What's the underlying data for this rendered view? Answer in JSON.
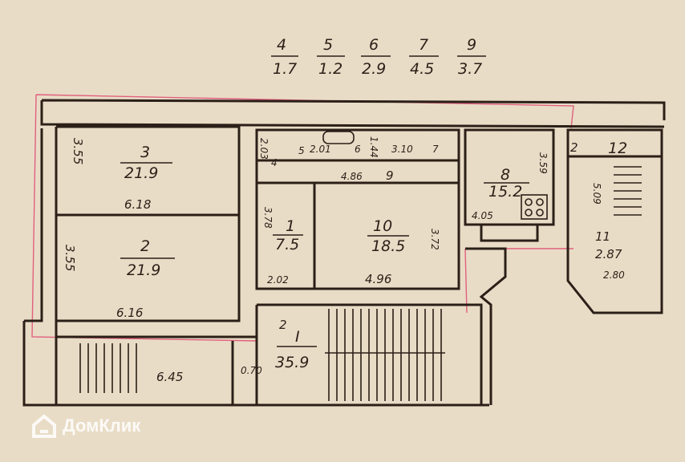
{
  "legend": [
    {
      "room": "4",
      "area": "1.7"
    },
    {
      "room": "5",
      "area": "1.2"
    },
    {
      "room": "6",
      "area": "2.9"
    },
    {
      "room": "7",
      "area": "4.5"
    },
    {
      "room": "9",
      "area": "3.7"
    }
  ],
  "rooms": {
    "r3": {
      "num": "3",
      "area": "21.9",
      "w": "3.55",
      "l": "6.18"
    },
    "r2": {
      "num": "2",
      "area": "21.9",
      "w": "3.55",
      "l": "6.16"
    },
    "r1": {
      "num": "1",
      "area": "7.5",
      "w": "3.78",
      "l": "2.02"
    },
    "r10": {
      "num": "10",
      "area": "18.5",
      "w": "3.72",
      "l": "4.96"
    },
    "r8": {
      "num": "8",
      "area": "15.2",
      "w": "3.59",
      "l": "4.05"
    },
    "r11": {
      "num": "11",
      "area": "2.87",
      "w": "5.09",
      "l": "2.80"
    },
    "r12": {
      "num": "12"
    },
    "rI": {
      "num": "I",
      "area": "35.9",
      "w": "0.70",
      "l": "6.45",
      "mark": "2"
    },
    "mark2": "2"
  },
  "small": {
    "d201": "2.01",
    "n6": "6",
    "d310": "3.10",
    "n7": "7",
    "d486": "4.86",
    "n9": "9",
    "d203": "2.03",
    "n4": "4",
    "n5": "5",
    "d144": "1.44"
  },
  "watermark": "ДомКлик"
}
